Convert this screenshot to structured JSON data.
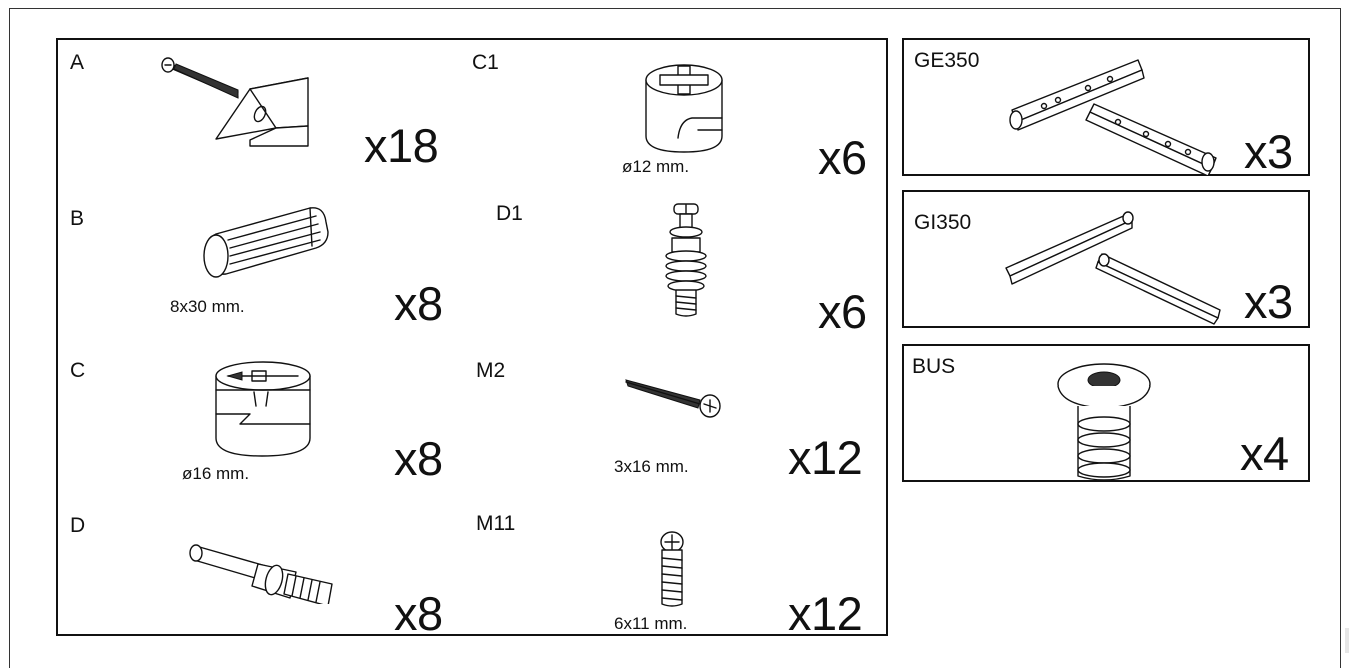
{
  "main_panel": {
    "items": [
      {
        "code": "A",
        "qty": "x18",
        "dim": "",
        "icon": "wood-screw-with-corner-bracket-icon"
      },
      {
        "code": "B",
        "qty": "x8",
        "dim": "8x30 mm.",
        "icon": "wooden-dowel-icon"
      },
      {
        "code": "C",
        "qty": "x8",
        "dim": "ø16 mm.",
        "icon": "cam-lock-16mm-icon"
      },
      {
        "code": "D",
        "qty": "x8",
        "dim": "",
        "icon": "cam-bolt-icon"
      },
      {
        "code": "C1",
        "qty": "x6",
        "dim": "ø12 mm.",
        "icon": "cam-lock-12mm-icon"
      },
      {
        "code": "D1",
        "qty": "x6",
        "dim": "",
        "icon": "ribbed-cam-bolt-icon"
      },
      {
        "code": "M2",
        "qty": "x12",
        "dim": "3x16 mm.",
        "icon": "small-screw-icon"
      },
      {
        "code": "M11",
        "qty": "x12",
        "dim": "6x11 mm.",
        "icon": "short-screw-icon"
      }
    ]
  },
  "side_panels": [
    {
      "code": "GE350",
      "qty": "x3",
      "icon": "drawer-runner-pair-icon"
    },
    {
      "code": "GI350",
      "qty": "x3",
      "icon": "angle-rail-pair-icon"
    },
    {
      "code": "BUS",
      "qty": "x4",
      "icon": "threaded-insert-bushing-icon"
    }
  ]
}
